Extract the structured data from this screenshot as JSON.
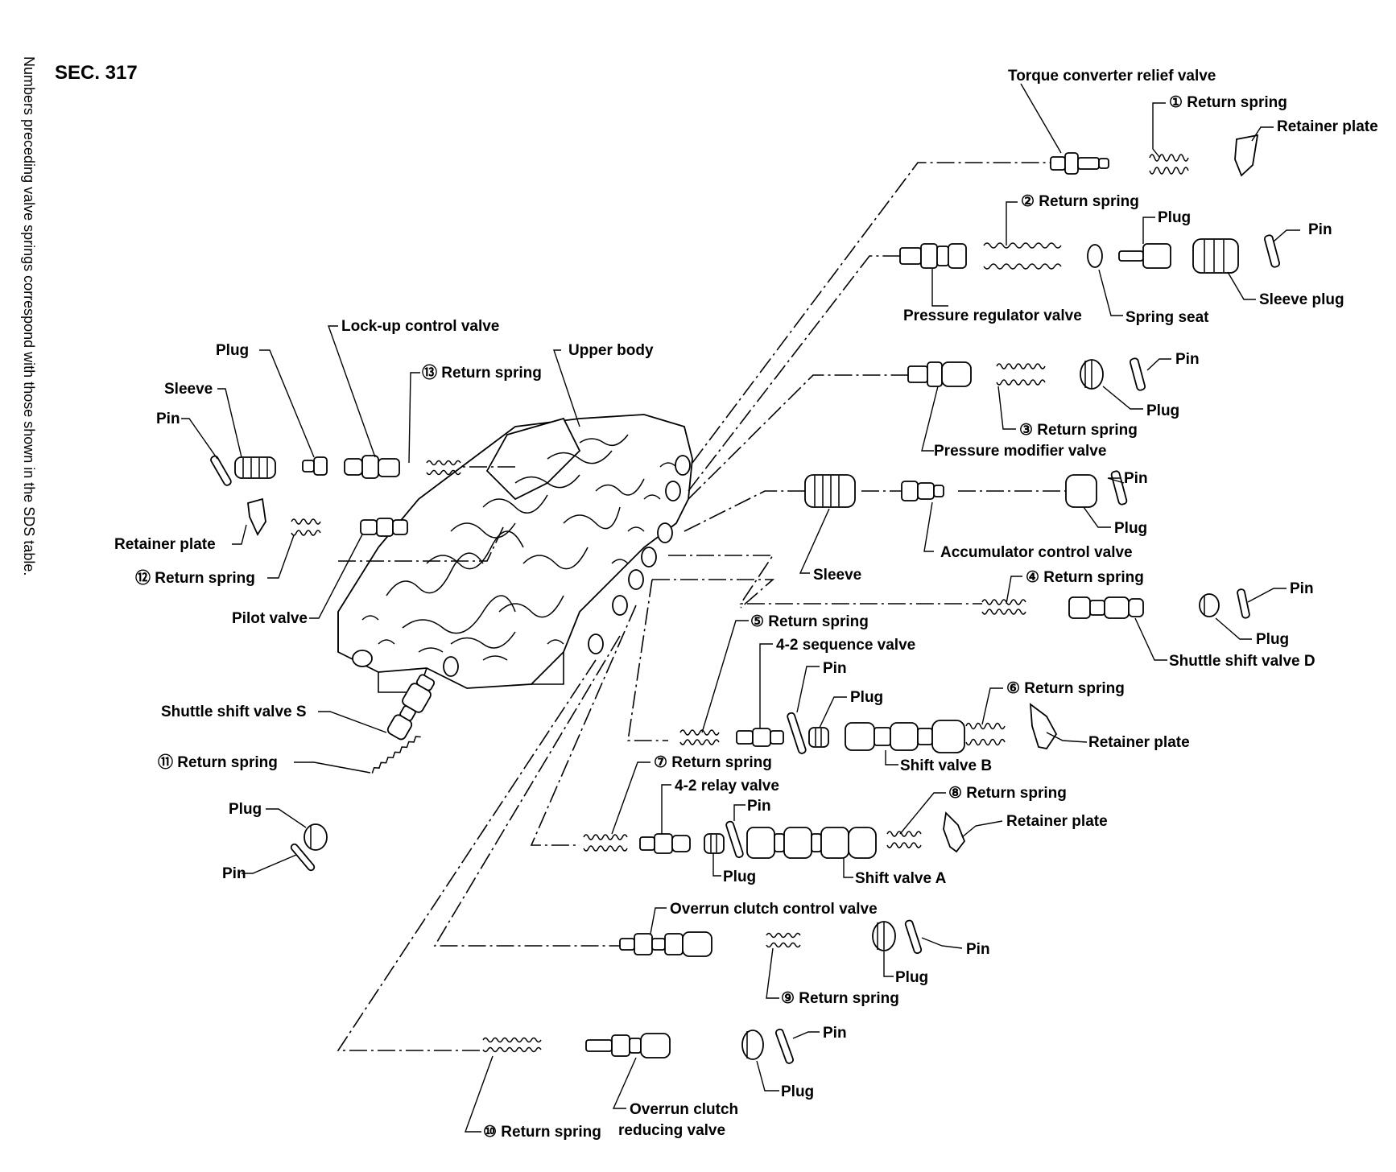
{
  "section": "SEC. 317",
  "side_note": "Numbers preceding valve springs correspond with those shown in the SDS table.",
  "labels": {
    "torque_converter_relief_valve": "Torque converter relief valve",
    "return_spring_1": "① Return spring",
    "retainer_plate_1": "Retainer plate",
    "return_spring_2": "② Return spring",
    "plug_pr": "Plug",
    "pin_pr": "Pin",
    "pressure_regulator_valve": "Pressure regulator valve",
    "spring_seat": "Spring seat",
    "sleeve_plug": "Sleeve plug",
    "pin_pm": "Pin",
    "plug_pm": "Plug",
    "return_spring_3": "③ Return spring",
    "pressure_modifier_valve": "Pressure modifier valve",
    "pin_acc": "Pin",
    "plug_acc": "Plug",
    "accumulator_control_valve": "Accumulator control valve",
    "sleeve_acc": "Sleeve",
    "return_spring_4": "④ Return spring",
    "pin_d": "Pin",
    "plug_d": "Plug",
    "shuttle_shift_valve_d": "Shuttle shift valve D",
    "return_spring_5": "⑤ Return spring",
    "sequence_valve_4_2": "4-2 sequence valve",
    "pin_seq": "Pin",
    "plug_b": "Plug",
    "return_spring_6": "⑥ Return spring",
    "retainer_plate_b": "Retainer plate",
    "shift_valve_b": "Shift valve B",
    "return_spring_7": "⑦ Return spring",
    "relay_valve_4_2": "4-2 relay valve",
    "pin_relay": "Pin",
    "return_spring_8": "⑧ Return spring",
    "retainer_plate_a": "Retainer plate",
    "plug_relay": "Plug",
    "shift_valve_a": "Shift valve A",
    "overrun_clutch_control_valve": "Overrun clutch control valve",
    "pin_occ": "Pin",
    "plug_occ": "Plug",
    "return_spring_9": "⑨ Return spring",
    "pin_ocr": "Pin",
    "plug_ocr": "Plug",
    "overrun_clutch": "Overrun clutch",
    "reducing_valve": "reducing valve",
    "return_spring_10": "⑩ Return spring",
    "lock_up_control_valve": "Lock-up control valve",
    "upper_body": "Upper body",
    "return_spring_13": "⑬ Return spring",
    "plug_lu": "Plug",
    "sleeve_lu": "Sleeve",
    "pin_lu": "Pin",
    "retainer_plate_lu": "Retainer plate",
    "return_spring_12": "⑫ Return spring",
    "pilot_valve": "Pilot valve",
    "shuttle_shift_valve_s": "Shuttle shift valve S",
    "return_spring_11": "⑪ Return spring",
    "plug_s": "Plug",
    "pin_s": "Pin"
  }
}
